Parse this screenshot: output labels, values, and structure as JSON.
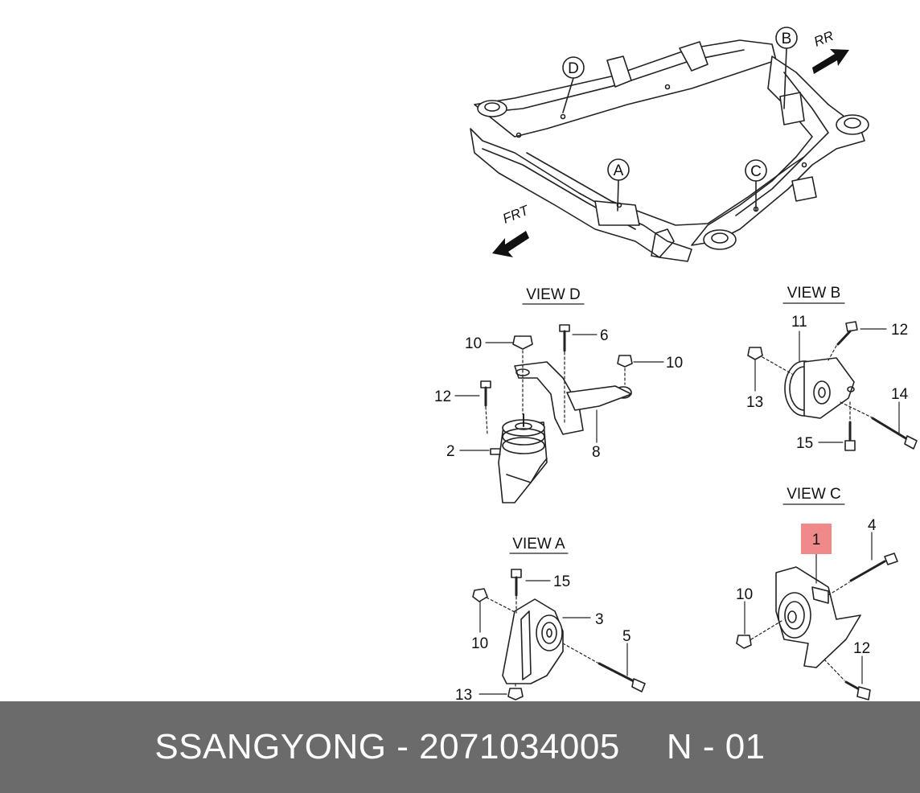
{
  "footer": {
    "brand": "SSANGYONG",
    "dash": "-",
    "part_number": "2071034005",
    "page_code": "N - 01"
  },
  "directions": {
    "front": "FRT",
    "rear": "RR"
  },
  "callouts": {
    "a": "A",
    "b": "B",
    "c": "C",
    "d": "D"
  },
  "views": {
    "d": {
      "title": "VIEW D",
      "labels": {
        "n10a": "10",
        "n6": "6",
        "n10b": "10",
        "n12": "12",
        "n2": "2",
        "n8": "8"
      }
    },
    "b": {
      "title": "VIEW B",
      "labels": {
        "n11": "11",
        "n12": "12",
        "n13": "13",
        "n14": "14",
        "n15": "15"
      }
    },
    "a": {
      "title": "VIEW A",
      "labels": {
        "n15": "15",
        "n3": "3",
        "n10": "10",
        "n5": "5",
        "n13": "13"
      }
    },
    "c": {
      "title": "VIEW C",
      "labels": {
        "n1": "1",
        "n4": "4",
        "n10": "10",
        "n12": "12"
      }
    }
  },
  "colors": {
    "highlight": "#f08a8a",
    "footer_bg": "#6b6b6b",
    "footer_text": "#ffffff",
    "line": "#222222"
  }
}
